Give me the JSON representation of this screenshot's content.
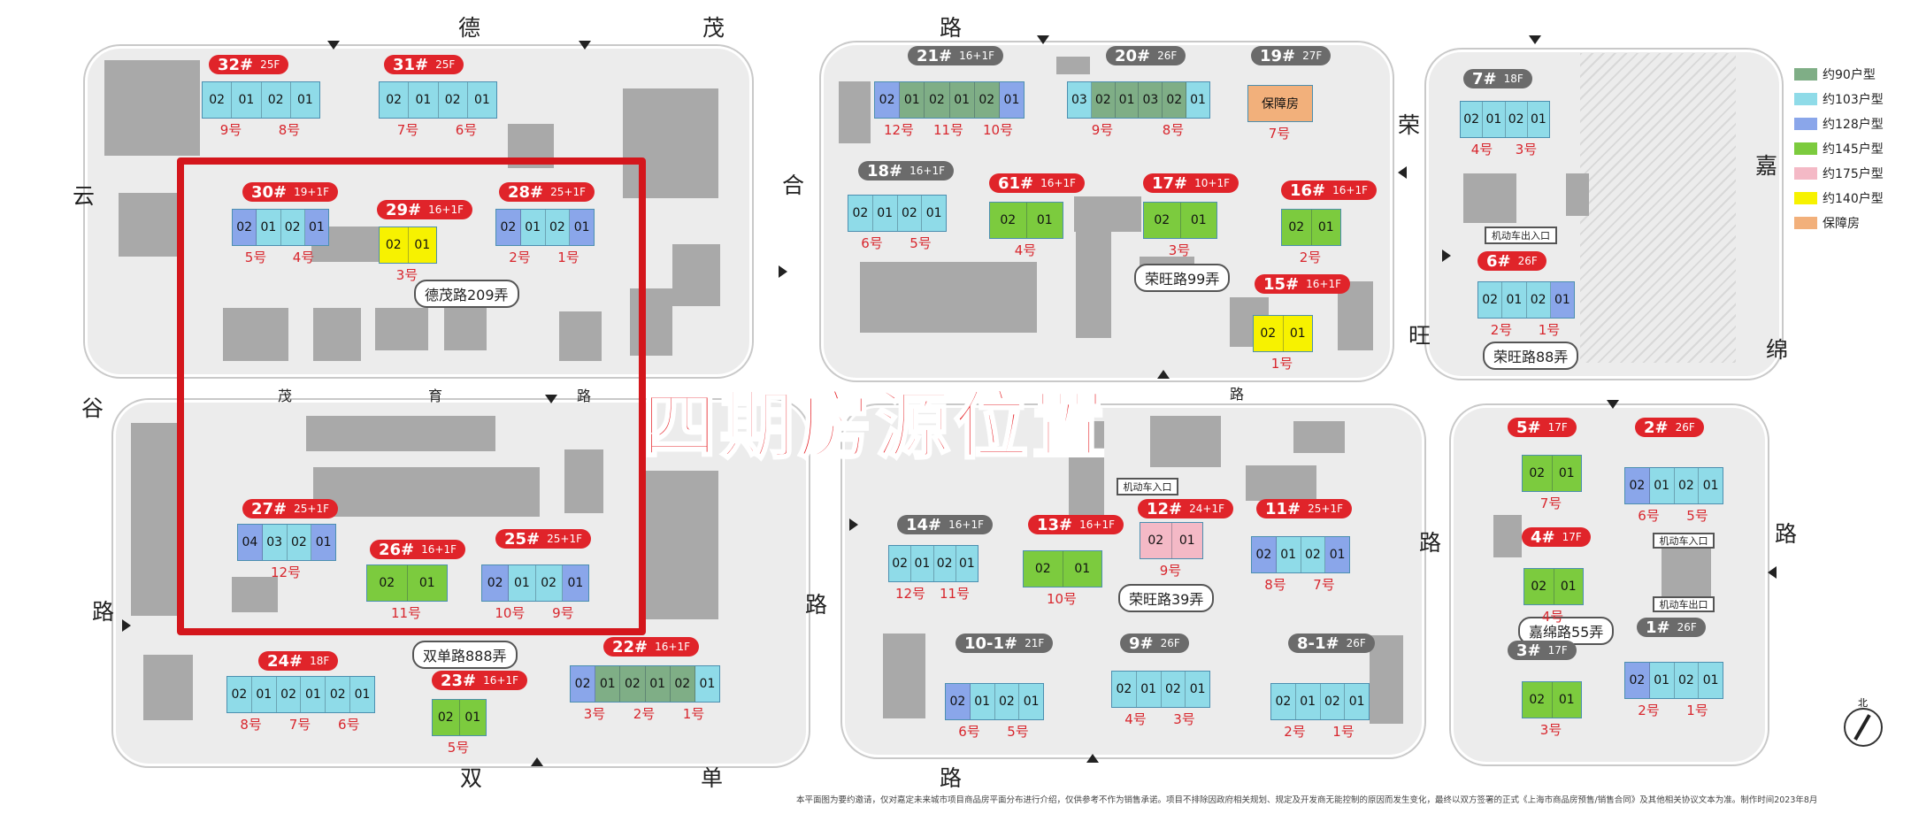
{
  "roads": {
    "top": [
      "德",
      "茂",
      "路"
    ],
    "left": [
      "云",
      "谷",
      "路"
    ],
    "middle_h_left": [
      "茂",
      "育",
      "路"
    ],
    "middle_h_right": "路",
    "middle_v_top": "合",
    "middle_v_bottom": "路",
    "right_v": [
      "荣",
      "旺"
    ],
    "far_right_top": [
      "嘉",
      "绵"
    ],
    "far_right_road": "路",
    "bottom": [
      "双",
      "单",
      "路"
    ],
    "right_mid_road": "路"
  },
  "lanes": {
    "demao": "德茂路209弄",
    "rongwang99": "荣旺路99弄",
    "rongwang88": "荣旺路88弄",
    "shuangdan": "双单路888弄",
    "rongwang39": "荣旺路39弄",
    "jiamian": "嘉绵路55弄"
  },
  "overlay_text": "四期房源位置",
  "legend": [
    {
      "label": "约90户型",
      "color": "#7fae86"
    },
    {
      "label": "约103户型",
      "color": "#8fdbe8"
    },
    {
      "label": "约128户型",
      "color": "#8aa6ea"
    },
    {
      "label": "约145户型",
      "color": "#7ccb3e"
    },
    {
      "label": "约175户型",
      "color": "#f4b9c6"
    },
    {
      "label": "约140户型",
      "color": "#f7f200"
    },
    {
      "label": "保障房",
      "color": "#f2b07b"
    }
  ],
  "buildings": [
    {
      "id": "b32",
      "tag": "32#",
      "floors": "25F",
      "color": "red",
      "units": [
        "02",
        "01",
        "02",
        "01"
      ],
      "nums": [
        "9号",
        "8号"
      ]
    },
    {
      "id": "b31",
      "tag": "31#",
      "floors": "25F",
      "color": "red",
      "units": [
        "02",
        "01",
        "02",
        "01"
      ],
      "nums": [
        "7号",
        "6号"
      ]
    },
    {
      "id": "b30",
      "tag": "30#",
      "floors": "19+1F",
      "color": "red",
      "units": [
        "02",
        "01",
        "02",
        "01"
      ],
      "nums": [
        "5号",
        "4号"
      ]
    },
    {
      "id": "b29",
      "tag": "29#",
      "floors": "16+1F",
      "color": "red",
      "units": [
        "02",
        "01"
      ],
      "nums": [
        "3号"
      ]
    },
    {
      "id": "b28",
      "tag": "28#",
      "floors": "25+1F",
      "color": "red",
      "units": [
        "02",
        "01",
        "02",
        "01"
      ],
      "nums": [
        "2号",
        "1号"
      ]
    },
    {
      "id": "b27",
      "tag": "27#",
      "floors": "25+1F",
      "color": "red",
      "units": [
        "04",
        "03",
        "02",
        "01"
      ],
      "nums": [
        "12号"
      ]
    },
    {
      "id": "b26",
      "tag": "26#",
      "floors": "16+1F",
      "color": "red",
      "units": [
        "02",
        "01"
      ],
      "nums": [
        "11号"
      ]
    },
    {
      "id": "b25",
      "tag": "25#",
      "floors": "25+1F",
      "color": "red",
      "units": [
        "02",
        "01",
        "02",
        "01"
      ],
      "nums": [
        "10号",
        "9号"
      ]
    },
    {
      "id": "b24",
      "tag": "24#",
      "floors": "18F",
      "color": "red",
      "units": [
        "02",
        "01",
        "02",
        "01",
        "02",
        "01"
      ],
      "nums": [
        "8号",
        "7号",
        "6号"
      ]
    },
    {
      "id": "b23",
      "tag": "23#",
      "floors": "16+1F",
      "color": "red",
      "units": [
        "02",
        "01"
      ],
      "nums": [
        "5号"
      ]
    },
    {
      "id": "b22",
      "tag": "22#",
      "floors": "16+1F",
      "color": "red",
      "units": [
        "02",
        "01",
        "02",
        "01",
        "02",
        "01"
      ],
      "nums": [
        "3号",
        "2号",
        "1号"
      ]
    },
    {
      "id": "b21",
      "tag": "21#",
      "floors": "16+1F",
      "color": "grey",
      "units": [
        "02",
        "01",
        "02",
        "01",
        "02",
        "01"
      ],
      "nums": [
        "12号",
        "11号",
        "10号"
      ]
    },
    {
      "id": "b20",
      "tag": "20#",
      "floors": "26F",
      "color": "grey",
      "units": [
        "03",
        "02",
        "01",
        "03",
        "02",
        "01"
      ],
      "nums": [
        "9号",
        "8号"
      ]
    },
    {
      "id": "b19",
      "tag": "19#",
      "floors": "27F",
      "color": "grey",
      "units": [
        "保障房"
      ],
      "nums": [
        "7号"
      ]
    },
    {
      "id": "b18",
      "tag": "18#",
      "floors": "16+1F",
      "color": "grey",
      "units": [
        "02",
        "01",
        "02",
        "01"
      ],
      "nums": [
        "6号",
        "5号"
      ]
    },
    {
      "id": "b61",
      "tag": "61#",
      "floors": "16+1F",
      "color": "red",
      "units": [
        "02",
        "01"
      ],
      "nums": [
        "4号"
      ]
    },
    {
      "id": "b17",
      "tag": "17#",
      "floors": "10+1F",
      "color": "red",
      "units": [
        "02",
        "01"
      ],
      "nums": [
        "3号"
      ]
    },
    {
      "id": "b16",
      "tag": "16#",
      "floors": "16+1F",
      "color": "red",
      "units": [
        "02",
        "01"
      ],
      "nums": [
        "2号"
      ]
    },
    {
      "id": "b15",
      "tag": "15#",
      "floors": "16+1F",
      "color": "red",
      "units": [
        "02",
        "01"
      ],
      "nums": [
        "1号"
      ]
    },
    {
      "id": "b7",
      "tag": "7#",
      "floors": "18F",
      "color": "grey",
      "units": [
        "02",
        "01",
        "02",
        "01"
      ],
      "nums": [
        "4号",
        "3号"
      ]
    },
    {
      "id": "b6",
      "tag": "6#",
      "floors": "26F",
      "color": "red",
      "units": [
        "02",
        "01",
        "02",
        "01"
      ],
      "nums": [
        "2号",
        "1号"
      ]
    },
    {
      "id": "b14",
      "tag": "14#",
      "floors": "16+1F",
      "color": "grey",
      "units": [
        "02",
        "01",
        "02",
        "01"
      ],
      "nums": [
        "12号",
        "11号"
      ]
    },
    {
      "id": "b13",
      "tag": "13#",
      "floors": "16+1F",
      "color": "red",
      "units": [
        "02",
        "01"
      ],
      "nums": [
        "10号"
      ]
    },
    {
      "id": "b12",
      "tag": "12#",
      "floors": "24+1F",
      "color": "red",
      "units": [
        "02",
        "01"
      ],
      "nums": [
        "9号"
      ]
    },
    {
      "id": "b11",
      "tag": "11#",
      "floors": "25+1F",
      "color": "red",
      "units": [
        "02",
        "01",
        "02",
        "01"
      ],
      "nums": [
        "8号",
        "7号"
      ]
    },
    {
      "id": "b10-1",
      "tag": "10-1#",
      "floors": "21F",
      "color": "grey",
      "units": [
        "02",
        "01",
        "02",
        "01"
      ],
      "nums": [
        "6号",
        "5号"
      ]
    },
    {
      "id": "b9",
      "tag": "9#",
      "floors": "26F",
      "color": "grey",
      "units": [
        "02",
        "01",
        "02",
        "01"
      ],
      "nums": [
        "4号",
        "3号"
      ]
    },
    {
      "id": "b8-1",
      "tag": "8-1#",
      "floors": "26F",
      "color": "grey",
      "units": [
        "02",
        "01",
        "02",
        "01"
      ],
      "nums": [
        "2号",
        "1号"
      ]
    },
    {
      "id": "b5",
      "tag": "5#",
      "floors": "17F",
      "color": "red",
      "units": [
        "02",
        "01"
      ],
      "nums": [
        "7号"
      ]
    },
    {
      "id": "b2",
      "tag": "2#",
      "floors": "26F",
      "color": "red",
      "units": [
        "02",
        "01",
        "02",
        "01"
      ],
      "nums": [
        "6号",
        "5号"
      ]
    },
    {
      "id": "b4",
      "tag": "4#",
      "floors": "17F",
      "color": "red",
      "units": [
        "02",
        "01"
      ],
      "nums": [
        "4号"
      ]
    },
    {
      "id": "b3",
      "tag": "3#",
      "floors": "17F",
      "color": "grey",
      "units": [
        "02",
        "01"
      ],
      "nums": [
        "3号"
      ]
    },
    {
      "id": "b1",
      "tag": "1#",
      "floors": "26F",
      "color": "grey",
      "units": [
        "02",
        "01",
        "02",
        "01"
      ],
      "nums": [
        "2号",
        "1号"
      ]
    }
  ],
  "entrances": {
    "vehicle": "机动车出入口",
    "vehicle_in": "机动车入口",
    "vehicle_out": "机动车出口"
  },
  "north": "北",
  "disclaimer": "本平面图为要约邀请，仅对嘉定未来城市项目商品房平面分布进行介绍，仅供参考不作为销售承诺。项目不排除因政府相关规划、规定及开发商无能控制的原因而发生变化，最终以双方签署的正式《上海市商品房预售/销售合同》及其他相关协议文本为准。制作时间2023年8月"
}
